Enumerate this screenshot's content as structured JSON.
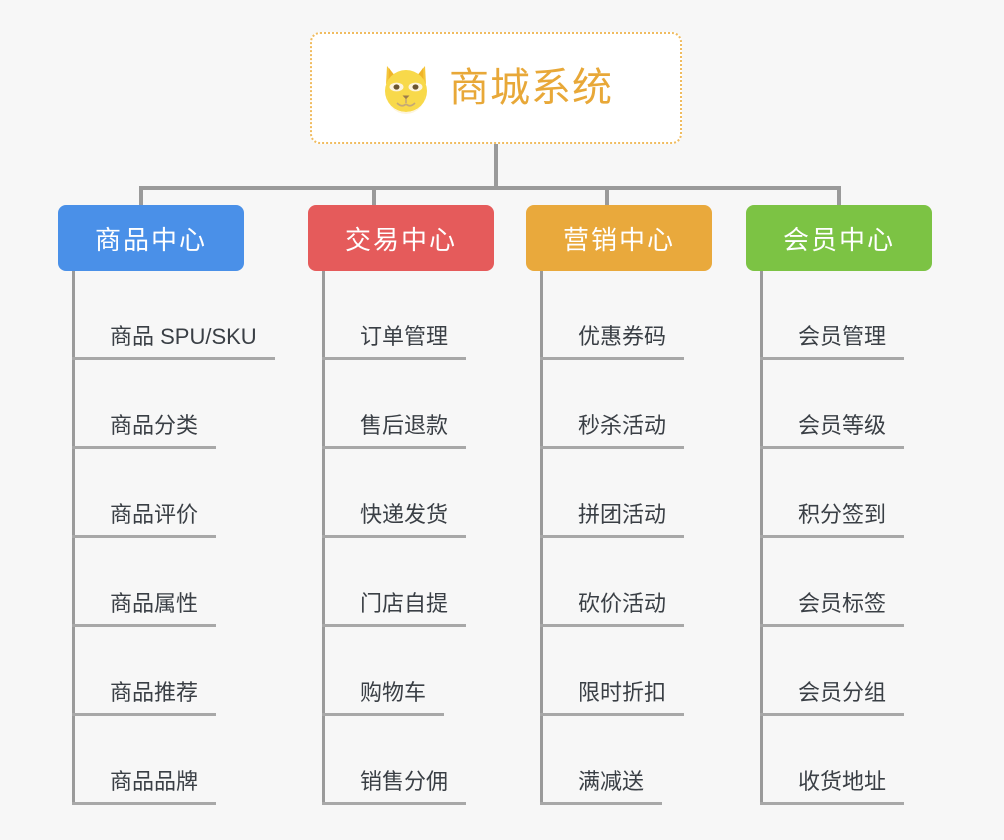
{
  "background_color": "#f7f7f7",
  "root": {
    "title": "商城系统",
    "icon": "shiba-dog-icon",
    "border_color": "#f0bc60",
    "text_color": "#e8a838"
  },
  "connector_color": "#9a9a9a",
  "columns": [
    {
      "id": "product-center",
      "label": "商品中心",
      "color": "#4a90e8",
      "items": [
        "商品 SPU/SKU",
        "商品分类",
        "商品评价",
        "商品属性",
        "商品推荐",
        "商品品牌"
      ]
    },
    {
      "id": "trade-center",
      "label": "交易中心",
      "color": "#e55b5b",
      "items": [
        "订单管理",
        "售后退款",
        "快递发货",
        "门店自提",
        "购物车",
        "销售分佣"
      ]
    },
    {
      "id": "marketing-center",
      "label": "营销中心",
      "color": "#e9a93c",
      "items": [
        "优惠券码",
        "秒杀活动",
        "拼团活动",
        "砍价活动",
        "限时折扣",
        "满减送"
      ]
    },
    {
      "id": "member-center",
      "label": "会员中心",
      "color": "#7cc344",
      "items": [
        "会员管理",
        "会员等级",
        "积分签到",
        "会员标签",
        "会员分组",
        "收货地址"
      ]
    }
  ]
}
